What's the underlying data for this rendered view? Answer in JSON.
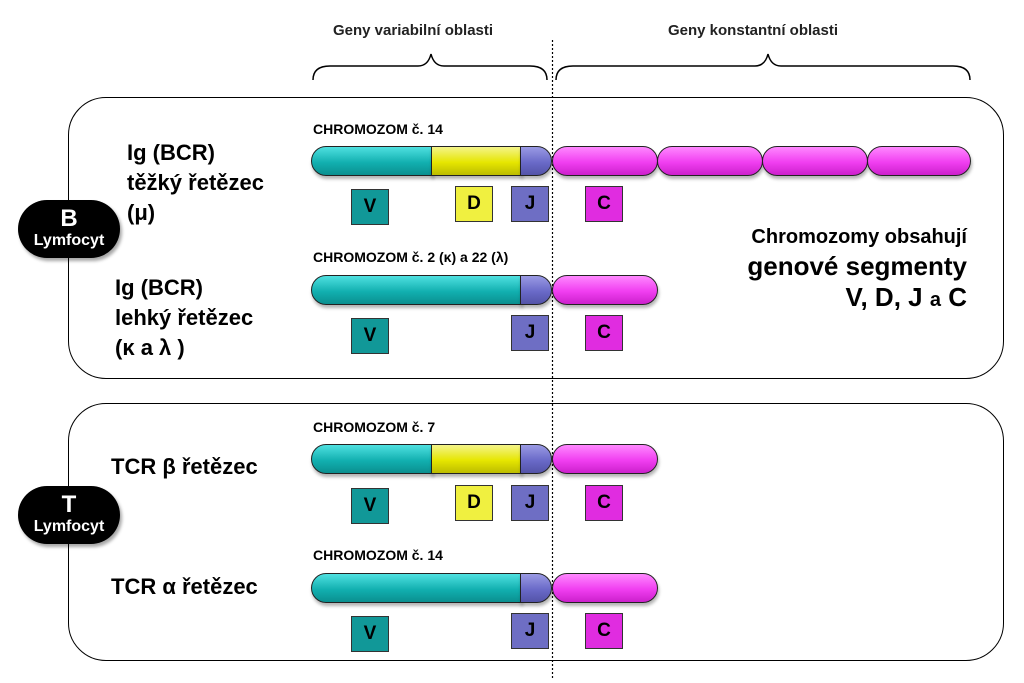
{
  "headers": {
    "variable": "Geny variabilní oblasti",
    "constant": "Geny konstantní oblasti"
  },
  "cells": {
    "b": {
      "letter": "B",
      "label": "Lymfocyt"
    },
    "t": {
      "letter": "T",
      "label": "Lymfocyt"
    }
  },
  "rows": {
    "heavy": {
      "line1": "Ig (BCR)",
      "line2": "těžký řetězec",
      "line3": "(μ)",
      "chromosome": "CHROMOZOM č. 14"
    },
    "light": {
      "line1": "Ig (BCR)",
      "line2": "lehký řetězec",
      "line3": "(κ a λ )",
      "chromosome": "CHROMOZOM č. 2 (κ) a 22 (λ)"
    },
    "tcr_beta": {
      "label": "TCR β řetězec",
      "chromosome": "CHROMOZOM č. 7"
    },
    "tcr_alpha": {
      "label": "TCR α řetězec",
      "chromosome": "CHROMOZOM č. 14"
    }
  },
  "segments": {
    "v": "V",
    "d": "D",
    "j": "J",
    "c": "C"
  },
  "note": {
    "line1": "Chromozomy obsahují",
    "line2": "genové segmenty",
    "line3a": "V, D, J",
    "line3b": "a",
    "line3c": "C"
  },
  "colors": {
    "v_segment": "#12b0b0",
    "d_segment": "#e6e600",
    "j_segment": "#6a6ac8",
    "c_segment": "#f03ef0"
  }
}
